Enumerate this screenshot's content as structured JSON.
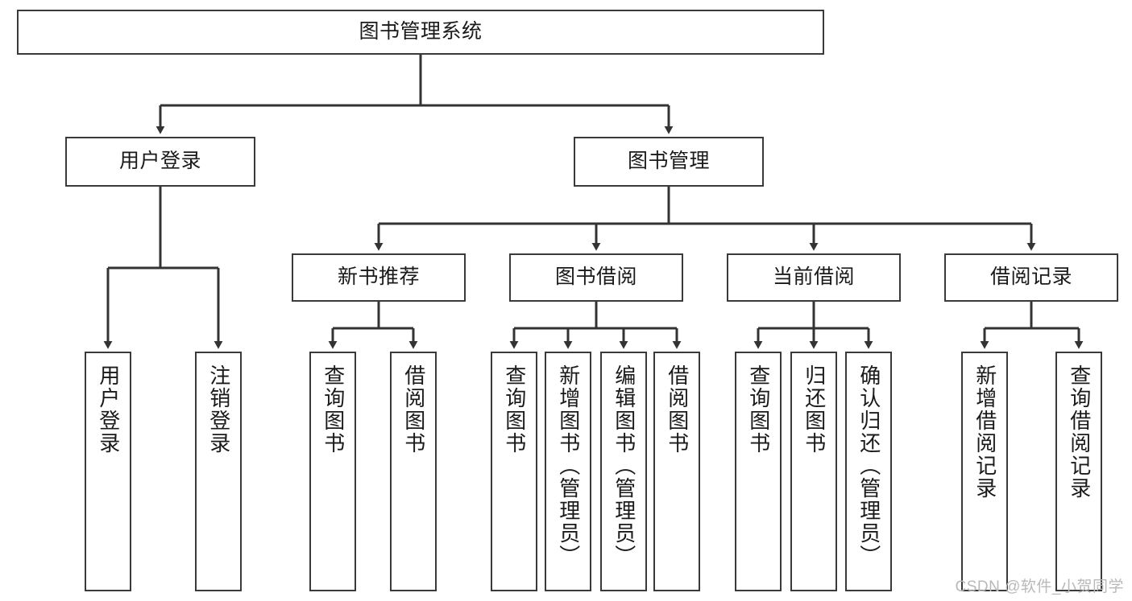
{
  "diagram": {
    "title": "图书管理系统",
    "watermark": "CSDN @软件_小贺同学",
    "colors": {
      "box_border": "#3a3a3a",
      "box_fill": "#ffffff",
      "edge": "#333333",
      "text": "#1a1a1a",
      "watermark": "#b9b9b9",
      "background": "#ffffff"
    },
    "levels": {
      "root": {
        "label": "图书管理系统"
      },
      "level2": [
        {
          "label": "用户登录"
        },
        {
          "label": "图书管理"
        }
      ],
      "level3": [
        {
          "label": "新书推荐"
        },
        {
          "label": "图书借阅"
        },
        {
          "label": "当前借阅"
        },
        {
          "label": "借阅记录"
        }
      ],
      "leaves_user_login": [
        {
          "label": "用户登录"
        },
        {
          "label": "注销登录"
        }
      ],
      "leaves_new_book": [
        {
          "label": "查询图书"
        },
        {
          "label": "借阅图书"
        }
      ],
      "leaves_borrow": [
        {
          "label": "查询图书"
        },
        {
          "label": "新增图书（管理员）"
        },
        {
          "label": "编辑图书（管理员）"
        },
        {
          "label": "借阅图书"
        }
      ],
      "leaves_current": [
        {
          "label": "查询图书"
        },
        {
          "label": "归还图书"
        },
        {
          "label": "确认归还（管理员）"
        }
      ],
      "leaves_record": [
        {
          "label": "新增借阅记录"
        },
        {
          "label": "查询借阅记录"
        }
      ]
    }
  }
}
